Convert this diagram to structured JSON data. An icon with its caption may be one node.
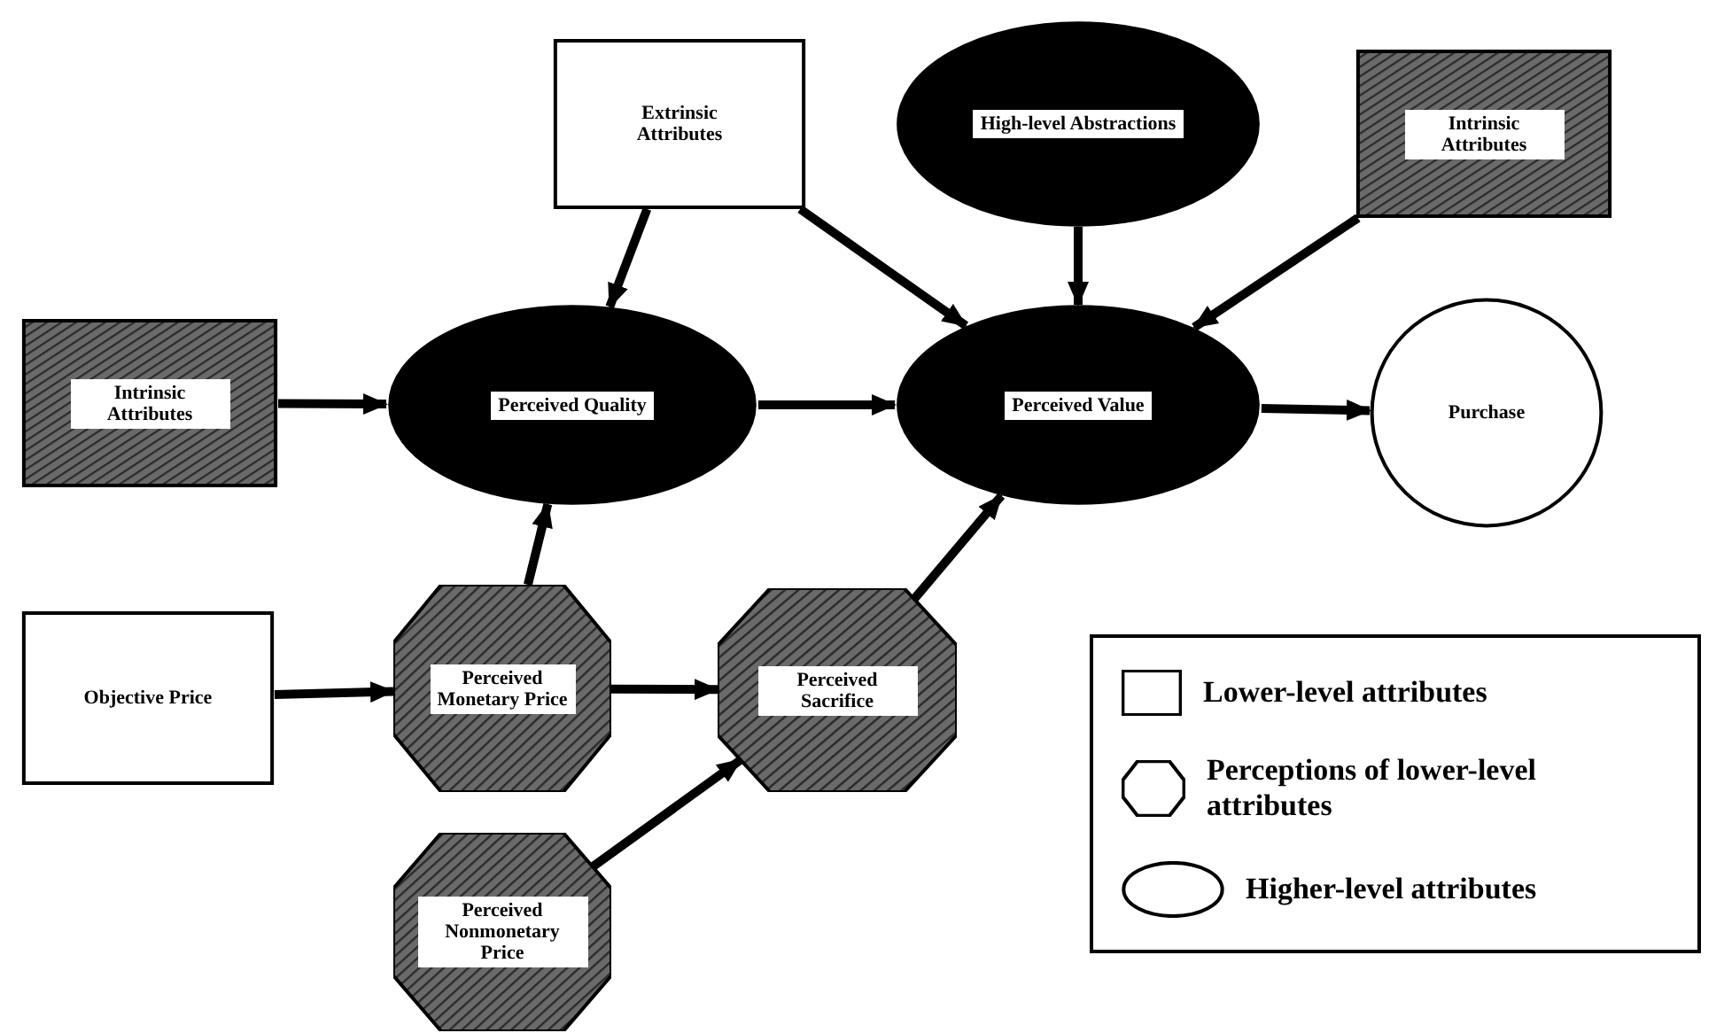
{
  "diagram": {
    "nodes": [
      {
        "text": [
          "Extrinsic Attributes"
        ]
      },
      {
        "text": [
          "High-level Abstractions"
        ]
      },
      {
        "text": [
          "Intrinsic Attributes"
        ]
      },
      {
        "text": [
          "Intrinsic Attributes"
        ]
      },
      {
        "text": [
          "Perceived Quality"
        ]
      },
      {
        "text": [
          "Perceived Value"
        ]
      },
      {
        "text": [
          "Purchase"
        ]
      },
      {
        "text": [
          "Objective Price"
        ]
      },
      {
        "text": [
          "Perceived Monetary Price"
        ]
      },
      {
        "text": [
          "Perceived Sacrifice"
        ]
      },
      {
        "text": [
          "Perceived Nonmonetary Price"
        ]
      }
    ],
    "edges": [
      {
        "from": 0,
        "to": 4,
        "arrow": "to"
      },
      {
        "from": 0,
        "to": 5,
        "arrow": "to"
      },
      {
        "from": 1,
        "to": 5,
        "arrow": "to"
      },
      {
        "from": 2,
        "to": 5,
        "arrow": "to"
      },
      {
        "from": 3,
        "to": 4,
        "arrow": "to"
      },
      {
        "from": 4,
        "to": 5,
        "arrow": "to"
      },
      {
        "from": 5,
        "to": 6,
        "arrow": "to"
      },
      {
        "from": 7,
        "to": 8,
        "arrow": "to"
      },
      {
        "from": 8,
        "to": 4,
        "arrow": "to"
      },
      {
        "from": 8,
        "to": 9,
        "arrow": "to"
      },
      {
        "from": 9,
        "to": 5,
        "arrow": "to"
      },
      {
        "from": 10,
        "to": 9,
        "arrow": "to"
      }
    ],
    "legend": [
      {
        "text": "Lower-level attributes"
      },
      {
        "text": "Perceptions of lower-level attributes"
      },
      {
        "text": "Higher-level attributes"
      }
    ]
  }
}
